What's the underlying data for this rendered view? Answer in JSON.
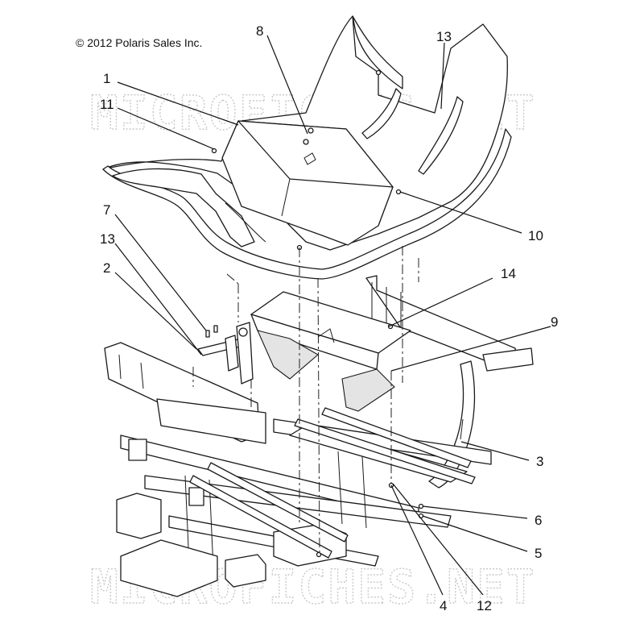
{
  "copyright": "© 2012 Polaris Sales Inc.",
  "watermarks": [
    "MICROFICHES.NET",
    "MICROFICHES.NET"
  ],
  "callouts": [
    "1",
    "2",
    "3",
    "4",
    "5",
    "6",
    "7",
    "8",
    "9",
    "10",
    "11",
    "12",
    "13",
    "13",
    "14"
  ],
  "colors": {
    "line": "#1a1a1a",
    "watermark": "#c9c9c9",
    "background": "#ffffff"
  }
}
